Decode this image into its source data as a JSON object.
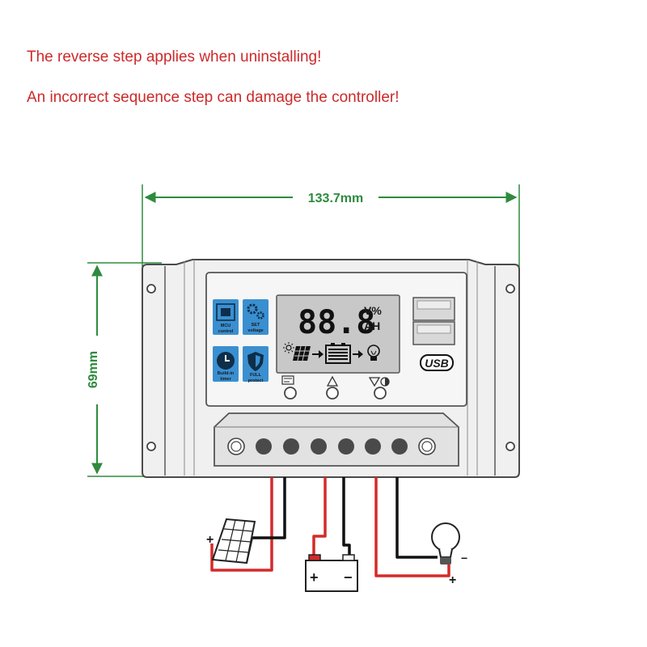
{
  "warnings": {
    "line1": "The reverse step applies when uninstalling!",
    "line2": "An incorrect sequence step can damage the controller!"
  },
  "dimensions": {
    "width": "133.7mm",
    "height": "69mm"
  },
  "panel": {
    "mcu_line1": "MCU",
    "mcu_line2": "control",
    "set_line1": "SET",
    "set_line2": "voltage",
    "timer_line1": "Build-in",
    "timer_line2": "timer",
    "protect_line1": "FULL",
    "protect_line2": "protect"
  },
  "lcd": {
    "reading": "88.8",
    "unit_top": "V%",
    "unit_bottom": "AH"
  },
  "usb_label": "USB",
  "wiring": {
    "battery_plus": "+",
    "battery_minus": "−",
    "solar_plus": "+",
    "load_plus": "+",
    "load_minus": "−"
  },
  "colors": {
    "warning": "#cc2a2a",
    "dimension": "#2e8b3e",
    "positive_wire": "#d42a2a",
    "negative_wire": "#111111",
    "icon_blue": "#3a8fd0"
  }
}
